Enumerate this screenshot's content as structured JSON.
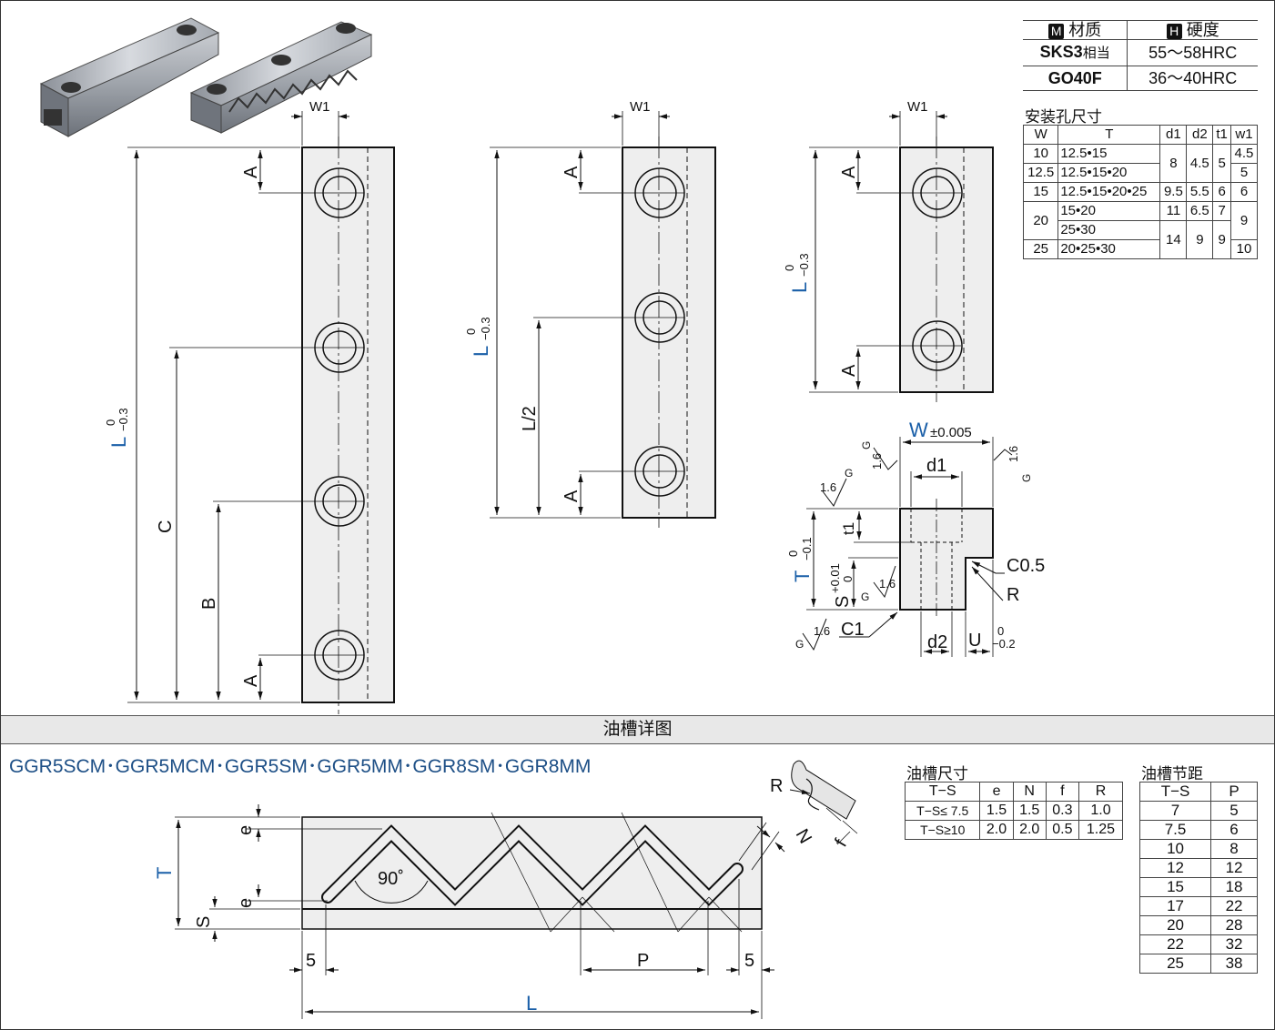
{
  "material_table": {
    "headers": [
      {
        "badge": "M",
        "label": "材质"
      },
      {
        "badge": "H",
        "label": "硬度"
      }
    ],
    "rows": [
      {
        "material": "SKS3",
        "suffix": "相当",
        "hardness": "55～58HRC"
      },
      {
        "material": "GO40F",
        "suffix": "",
        "hardness": "36～40HRC"
      }
    ]
  },
  "hole_table": {
    "title": "安装孔尺寸",
    "headers": [
      "W",
      "T",
      "d1",
      "d2",
      "t1",
      "w1"
    ],
    "rows": [
      [
        "10",
        "12.5•15",
        "8",
        "4.5",
        "5",
        "4.5"
      ],
      [
        "12.5",
        "12.5•15•20",
        "",
        "",
        "",
        "5"
      ],
      [
        "15",
        "12.5•15•20•25",
        "9.5",
        "5.5",
        "6",
        "6"
      ],
      [
        "20",
        "15•20",
        "11",
        "6.5",
        "7",
        "9"
      ],
      [
        "",
        "25•30",
        "14",
        "9",
        "9",
        ""
      ],
      [
        "25",
        "20•25•30",
        "",
        "",
        "",
        "10"
      ]
    ]
  },
  "groove_dims": {
    "title": "油槽尺寸",
    "headers": [
      "T−S",
      "e",
      "N",
      "f",
      "R"
    ],
    "rows": [
      [
        "T−S≤ 7.5",
        "1.5",
        "1.5",
        "0.3",
        "1.0"
      ],
      [
        "T−S≥10",
        "2.0",
        "2.0",
        "0.5",
        "1.25"
      ]
    ]
  },
  "groove_pitch": {
    "title": "油槽节距",
    "headers": [
      "T−S",
      "P"
    ],
    "rows": [
      [
        "7",
        "5"
      ],
      [
        "7.5",
        "6"
      ],
      [
        "10",
        "8"
      ],
      [
        "12",
        "12"
      ],
      [
        "15",
        "18"
      ],
      [
        "17",
        "22"
      ],
      [
        "20",
        "28"
      ],
      [
        "22",
        "32"
      ],
      [
        "25",
        "38"
      ]
    ]
  },
  "section_band": "油槽详图",
  "series_label": "GGR5SCM･GGR5MCM･GGR5SM･GGR5MM･GGR8SM･GGR8MM",
  "labels": {
    "w1": "W1",
    "A": "A",
    "L": "L",
    "L_upper": "0",
    "L_lower": "−0.3",
    "C": "C",
    "B": "B",
    "L2": "L/2",
    "W": "W",
    "W_tol": "±0.005",
    "d1": "d1",
    "d2": "d2",
    "t1": "t1",
    "T": "T",
    "T_upper": "0",
    "T_lower": "−0.1",
    "S": "S",
    "S_upper": "+0.01",
    "S_lower": "0",
    "C05": "C0.5",
    "R": "R",
    "C1": "C1",
    "U": "U",
    "U_upper": "0",
    "U_lower": "−0.2",
    "rough": "1.6",
    "G": "G",
    "e": "e",
    "angle": "90˚",
    "P": "P",
    "five": "5",
    "N": "N",
    "f": "f"
  }
}
